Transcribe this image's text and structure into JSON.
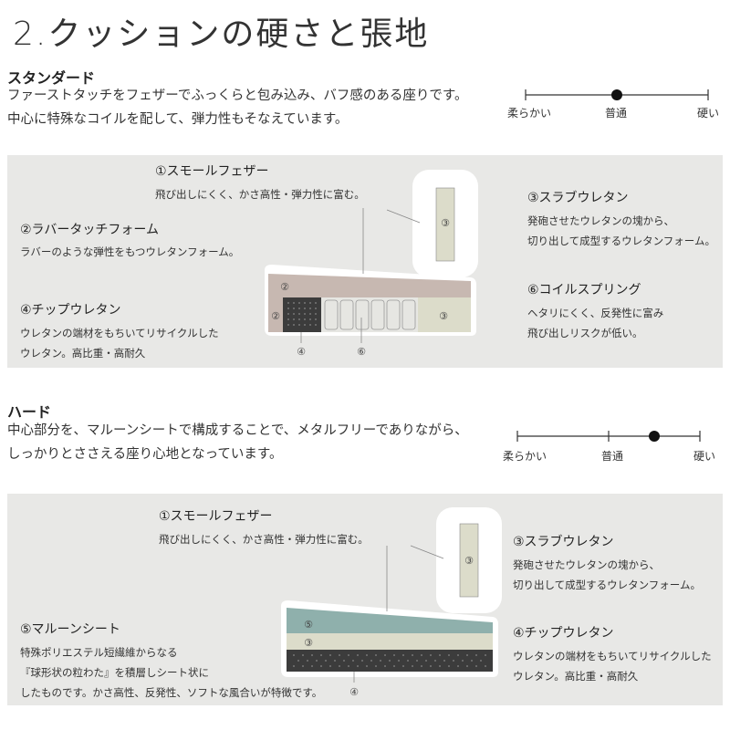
{
  "page_title": "2.クッションの硬さと張地",
  "scale_labels": {
    "soft": "柔らかい",
    "normal": "普通",
    "hard": "硬い"
  },
  "standard": {
    "name": "スタンダード",
    "desc_line1": "ファーストタッチをフェザーでふっくらと包み込み、バフ感のある座りです。",
    "desc_line2": "中心に特殊なコイルを配して、弾力性もそなえています。",
    "firmness": 0.5,
    "parts": {
      "p1": {
        "label": "①スモールフェザー",
        "text1": "飛び出しにくく、かさ高性・弾力性に富む。"
      },
      "p2": {
        "label": "②ラバータッチフォーム",
        "text1": "ラバーのような弾性をもつウレタンフォーム。"
      },
      "p4": {
        "label": "④チップウレタン",
        "text1": "ウレタンの端材をもちいてリサイクルした",
        "text2": "ウレタン。高比重・高耐久"
      },
      "p3": {
        "label": "③スラブウレタン",
        "text1": "発砲させたウレタンの塊から、",
        "text2": "切り出して成型するウレタンフォーム。"
      },
      "p6": {
        "label": "⑥コイルスプリング",
        "text1": "ヘタリにくく、反発性に富み",
        "text2": "飛び出しリスクが低い。"
      }
    },
    "markers": {
      "m1": "②",
      "m2": "②",
      "m3": "③",
      "m3b": "③",
      "m4": "④",
      "m6": "⑥"
    }
  },
  "hard": {
    "name": "ハード",
    "desc_line1": "中心部分を、マルーンシートで構成することで、メタルフリーでありながら、",
    "desc_line2": "しっかりとささえる座り心地となっています。",
    "firmness": 0.75,
    "parts": {
      "p1": {
        "label": "①スモールフェザー",
        "text1": "飛び出しにくく、かさ高性・弾力性に富む。"
      },
      "p3": {
        "label": "③スラブウレタン",
        "text1": "発砲させたウレタンの塊から、",
        "text2": "切り出して成型するウレタンフォーム。"
      },
      "p5": {
        "label": "⑤マルーンシート",
        "text1": "特殊ポリエステル短繊維からなる",
        "text2": "『球形状の粒わた』を積層しシート状に",
        "text3": "したものです。かさ高性、反発性、ソフトな風合いが特徴です。"
      },
      "p4": {
        "label": "④チップウレタン",
        "text1": "ウレタンの端材をもちいてリサイクルした",
        "text2": "ウレタン。高比重・高耐久"
      }
    },
    "markers": {
      "m5": "⑤",
      "m3": "③",
      "m3b": "③",
      "m4": "④"
    }
  },
  "colors": {
    "panel_bg": "#e8e8e6",
    "layer_pink": "#c7b8b1",
    "layer_green": "#dcdcca",
    "layer_teal": "#8fb0ac",
    "layer_dark": "#3c3c3c",
    "outline": "#ffffff"
  }
}
